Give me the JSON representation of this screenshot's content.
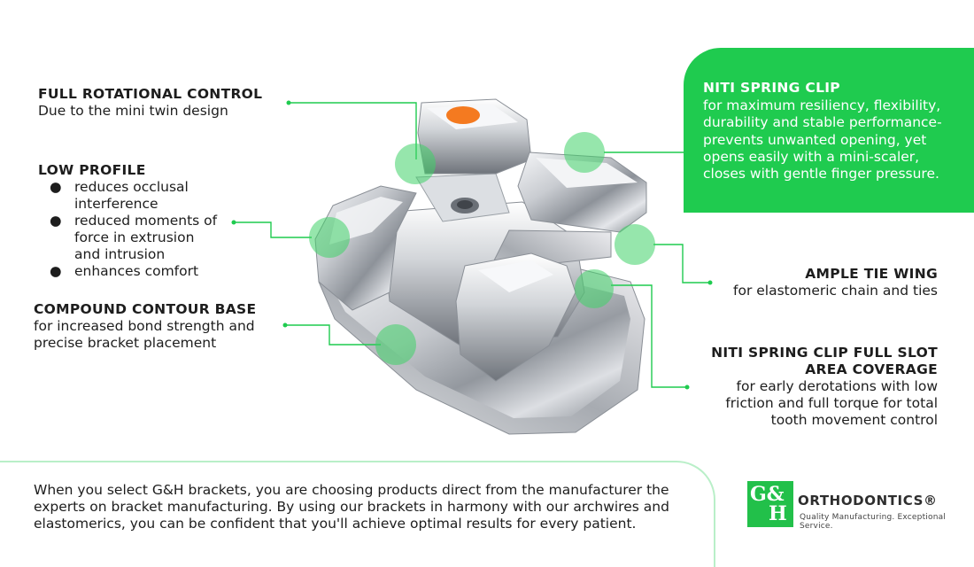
{
  "callouts": {
    "rotational": {
      "title": "FULL ROTATIONAL CONTROL",
      "body": "Due to the mini twin design"
    },
    "low_profile": {
      "title": "LOW PROFILE",
      "bullets": [
        [
          "reduces occlusal",
          "interference"
        ],
        [
          "reduced moments of",
          "force in extrusion",
          "and intrusion"
        ],
        [
          "enhances comfort"
        ]
      ]
    },
    "contour": {
      "title": "COMPOUND CONTOUR BASE",
      "body_lines": [
        "for increased bond strength and",
        "precise bracket placement"
      ]
    },
    "niti_clip": {
      "title": "NITI SPRING CLIP",
      "body_lines": [
        "for maximum resiliency, flexibility,",
        "durability and stable performance-",
        "prevents unwanted opening, yet",
        "opens easily with a mini-scaler,",
        "closes with gentle finger pressure."
      ]
    },
    "tie_wing": {
      "title": "AMPLE TIE WING",
      "body": "for elastomeric chain and ties"
    },
    "full_slot": {
      "title_lines": [
        "NITI SPRING CLIP FULL SLOT",
        "AREA COVERAGE"
      ],
      "body_lines": [
        "for early derotations with low",
        "friction and full torque for total",
        "tooth movement control"
      ]
    }
  },
  "footer": {
    "lines": [
      "When you select G&H brackets, you are choosing products direct from the manufacturer the",
      "experts on bracket manufacturing. By using our brackets in harmony with our archwires and",
      "elastomerics, you can be confident that you'll achieve optimal results for every patient."
    ]
  },
  "logo": {
    "mark_top": "G&",
    "mark_bottom": "H",
    "wordmark": "ORTHODONTICS®",
    "tagline": "Quality Manufacturing. Exceptional Service."
  },
  "colors": {
    "accent_green": "#1fcb4f",
    "highlight_orange": "#f47a20"
  }
}
